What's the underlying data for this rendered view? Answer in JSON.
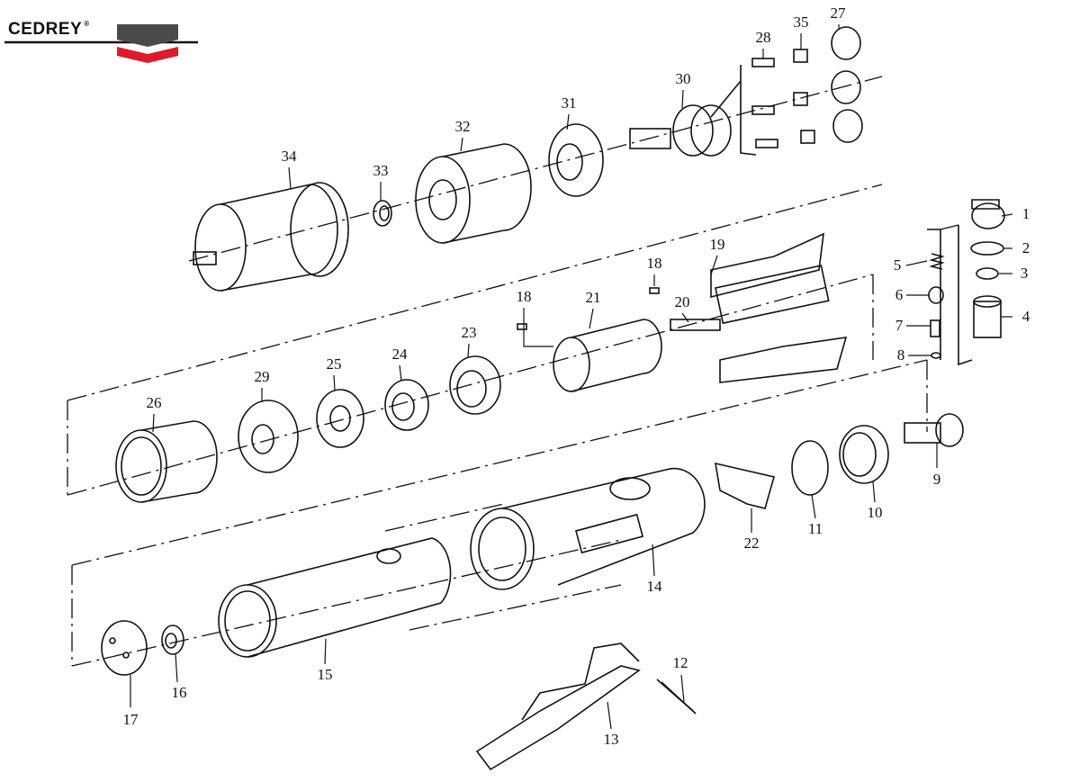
{
  "brand": {
    "name": "CEDREY",
    "registered": "®",
    "colors": {
      "dark": "#4a4a4a",
      "red": "#e0192b"
    }
  },
  "parts": [
    {
      "id": "p1",
      "label": "1"
    },
    {
      "id": "p2",
      "label": "2"
    },
    {
      "id": "p3",
      "label": "3"
    },
    {
      "id": "p4",
      "label": "4"
    },
    {
      "id": "p5",
      "label": "5"
    },
    {
      "id": "p6",
      "label": "6"
    },
    {
      "id": "p7",
      "label": "7"
    },
    {
      "id": "p8",
      "label": "8"
    },
    {
      "id": "p9",
      "label": "9"
    },
    {
      "id": "p10",
      "label": "10"
    },
    {
      "id": "p11",
      "label": "11"
    },
    {
      "id": "p12",
      "label": "12"
    },
    {
      "id": "p13",
      "label": "13"
    },
    {
      "id": "p14",
      "label": "14"
    },
    {
      "id": "p15",
      "label": "15"
    },
    {
      "id": "p16",
      "label": "16"
    },
    {
      "id": "p17",
      "label": "17"
    },
    {
      "id": "p18a",
      "label": "18"
    },
    {
      "id": "p18b",
      "label": "18"
    },
    {
      "id": "p19",
      "label": "19"
    },
    {
      "id": "p20",
      "label": "20"
    },
    {
      "id": "p21",
      "label": "21"
    },
    {
      "id": "p22",
      "label": "22"
    },
    {
      "id": "p23",
      "label": "23"
    },
    {
      "id": "p24",
      "label": "24"
    },
    {
      "id": "p25",
      "label": "25"
    },
    {
      "id": "p26",
      "label": "26"
    },
    {
      "id": "p27",
      "label": "27"
    },
    {
      "id": "p28",
      "label": "28"
    },
    {
      "id": "p29",
      "label": "29"
    },
    {
      "id": "p30",
      "label": "30"
    },
    {
      "id": "p31",
      "label": "31"
    },
    {
      "id": "p32",
      "label": "32"
    },
    {
      "id": "p33",
      "label": "33"
    },
    {
      "id": "p34",
      "label": "34"
    },
    {
      "id": "p35",
      "label": "35"
    }
  ]
}
